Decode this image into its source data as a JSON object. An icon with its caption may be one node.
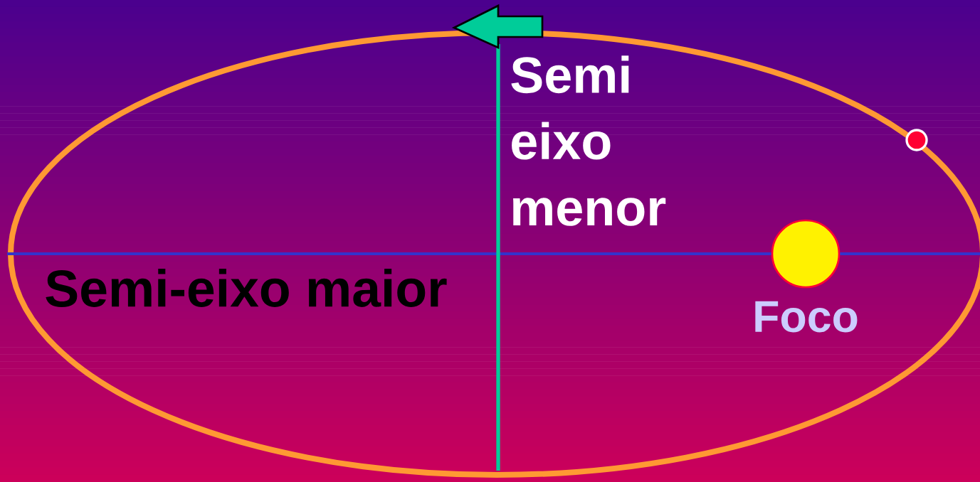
{
  "diagram": {
    "nodes": [
      {
        "text": [],
        "shape": "circle",
        "beside": [
          "Foco"
        ]
      },
      {
        "text": [],
        "shape": "circle"
      }
    ],
    "labels": [
      "Semi eixo menor",
      "Semi-eixo maior"
    ]
  }
}
